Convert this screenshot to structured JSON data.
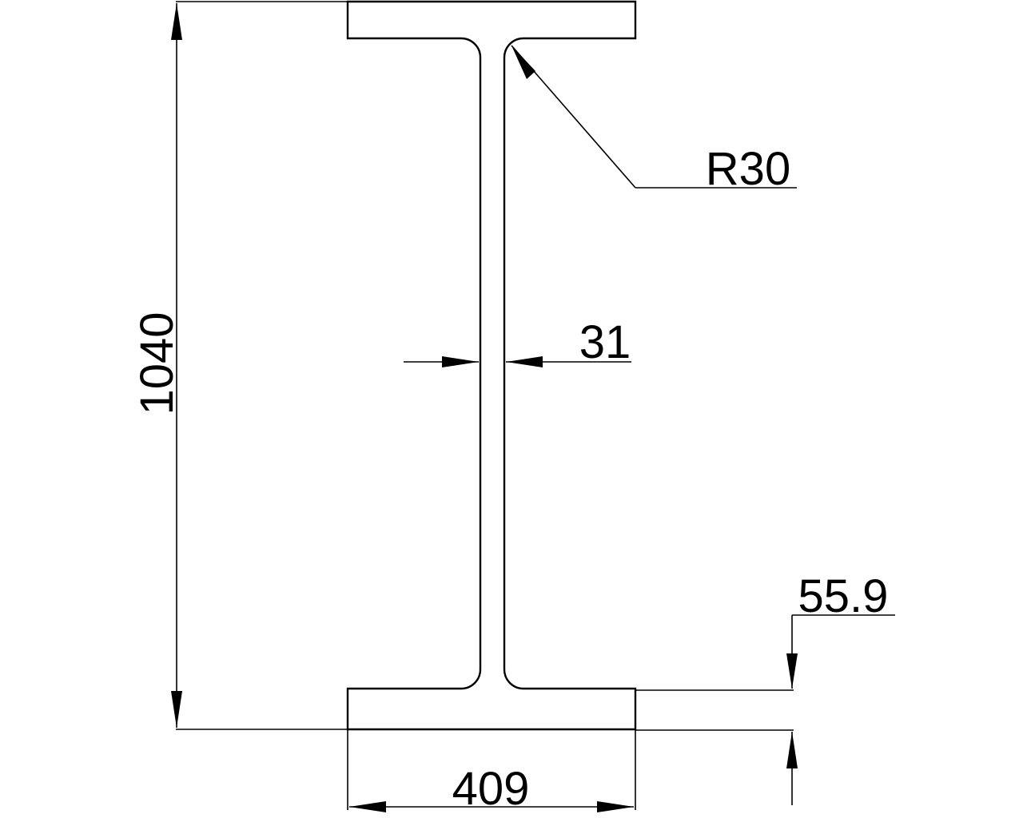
{
  "drawing": {
    "dimensions": {
      "height": "1040",
      "flange_width": "409",
      "web_thickness": "31",
      "flange_thickness": "55.9",
      "fillet_radius": "R30"
    }
  }
}
